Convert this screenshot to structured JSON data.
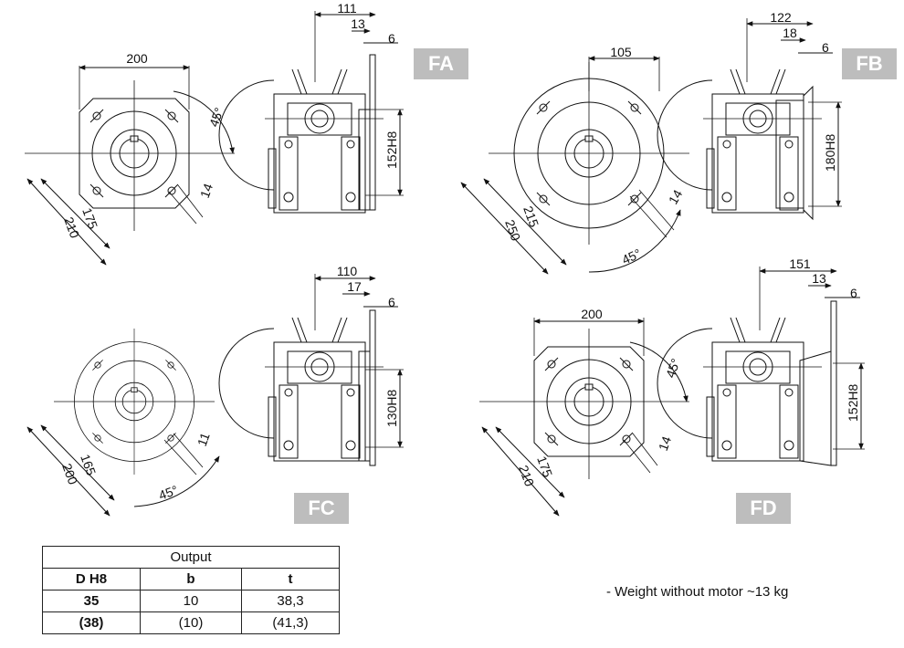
{
  "variants": {
    "fa": {
      "badge": "FA",
      "flange": {
        "width": "200",
        "pcd": "175",
        "outer": "210",
        "hole": "14",
        "angle": "45°"
      },
      "side": {
        "overall": "111",
        "spigot": "13",
        "thickness": "6",
        "pilot": "152H8"
      }
    },
    "fb": {
      "badge": "FB",
      "flange": {
        "width": "105",
        "pcd": "215",
        "outer": "250",
        "hole": "14",
        "angle": "45°"
      },
      "side": {
        "overall": "122",
        "spigot": "18",
        "thickness": "6",
        "pilot": "180H8"
      }
    },
    "fc": {
      "badge": "FC",
      "flange": {
        "pcd": "165",
        "outer": "200",
        "hole": "11",
        "angle": "45°"
      },
      "side": {
        "overall": "110",
        "spigot": "17",
        "thickness": "6",
        "pilot": "130H8"
      }
    },
    "fd": {
      "badge": "FD",
      "flange": {
        "width": "200",
        "pcd": "175",
        "outer": "210",
        "hole": "14",
        "angle": "45°"
      },
      "side": {
        "overall": "151",
        "spigot": "13",
        "thickness": "6",
        "pilot": "152H8"
      }
    }
  },
  "table": {
    "caption": "Output",
    "headers": [
      "D H8",
      "b",
      "t"
    ],
    "rows": [
      [
        "35",
        "10",
        "38,3"
      ],
      [
        "(38)",
        "(10)",
        "(41,3)"
      ]
    ]
  },
  "note": "- Weight without motor ~13 kg"
}
